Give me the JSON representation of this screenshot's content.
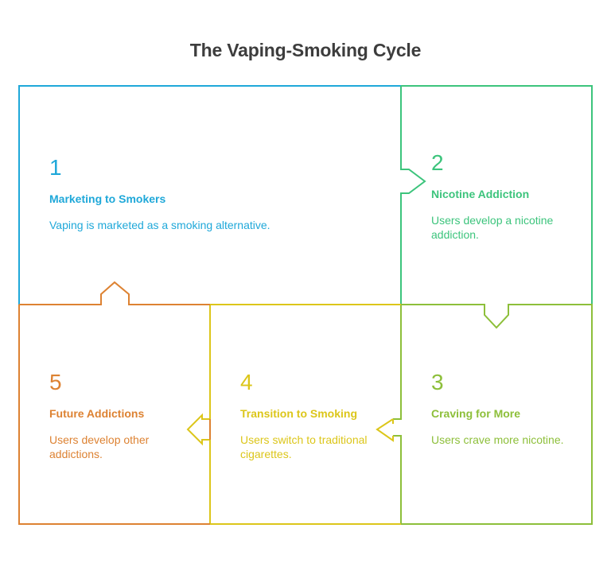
{
  "title": "The Vaping-Smoking Cycle",
  "colors": {
    "title": "#3d3d3d",
    "step1": "#1fa8d9",
    "step2": "#3cc47c",
    "step3": "#8dbf3a",
    "step4": "#dcc61a",
    "step5": "#dd8232"
  },
  "steps": [
    {
      "number": "1",
      "heading": "Marketing to Smokers",
      "description": "Vaping is marketed as a smoking alternative."
    },
    {
      "number": "2",
      "heading": "Nicotine Addiction",
      "description": "Users develop a nicotine addiction."
    },
    {
      "number": "3",
      "heading": "Craving for More",
      "description": "Users crave more nicotine."
    },
    {
      "number": "4",
      "heading": "Transition to Smoking",
      "description": "Users switch to traditional cigarettes."
    },
    {
      "number": "5",
      "heading": "Future Addictions",
      "description": "Users develop other addictions."
    }
  ]
}
